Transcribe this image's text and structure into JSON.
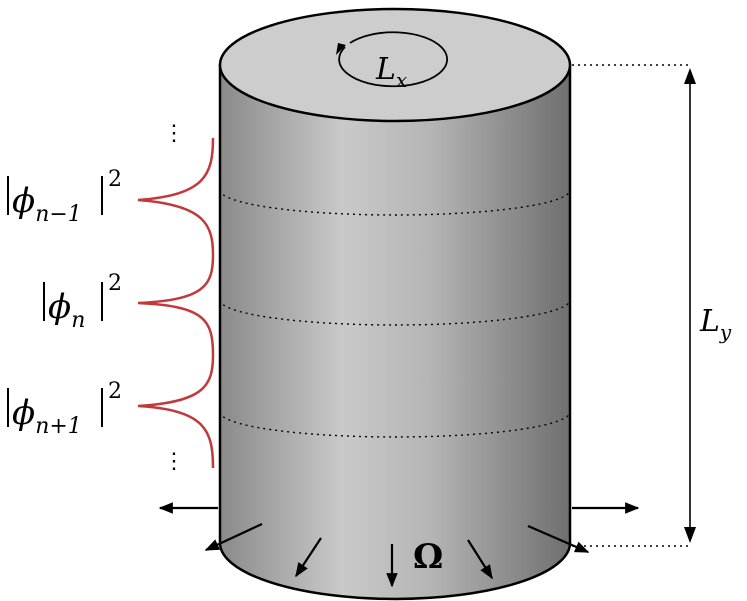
{
  "labels": {
    "circulation": {
      "base": "L",
      "sub": "x"
    },
    "height": {
      "base": "L",
      "sub": "y"
    },
    "omega": "Ω",
    "states": [
      {
        "base": "ϕ",
        "sub": "n−1",
        "exp": "2"
      },
      {
        "base": "ϕ",
        "sub": "n",
        "exp": "2"
      },
      {
        "base": "ϕ",
        "sub": "n+1",
        "exp": "2"
      }
    ],
    "ellipsis": "⋮"
  },
  "colors": {
    "wavefunction": "#c0393b",
    "cylinder_dark": "#7a7a7a",
    "cylinder_light": "#c8c8c8",
    "cylinder_top": "#cccccc",
    "outline": "#000000"
  }
}
